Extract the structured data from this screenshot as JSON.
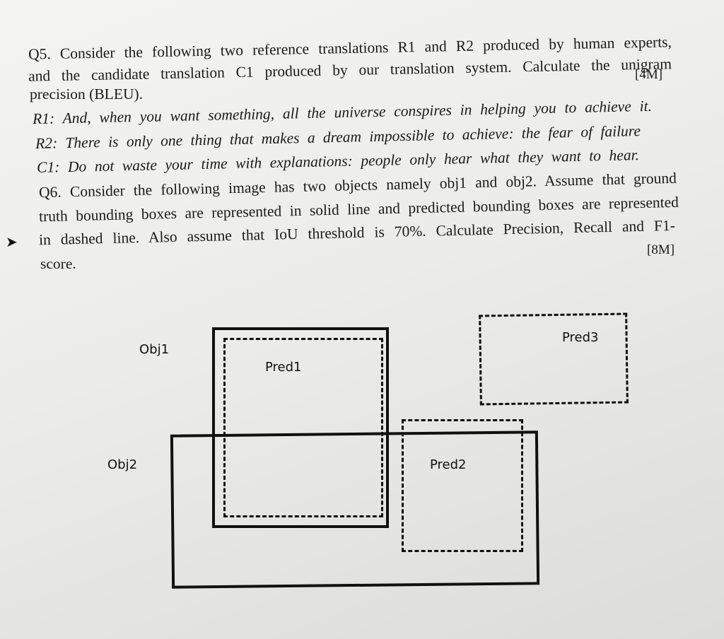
{
  "q5": {
    "lines": [
      "Q5. Consider the following two reference translations R1 and R2 produced by human experts,",
      "and the candidate translation C1 produced by our translation system. Calculate the unigram",
      "precision (BLEU)."
    ],
    "marks": "[4M]",
    "r1": "R1: And, when you want something, all the universe conspires in helping you to achieve it.",
    "r2": "R2: There is only one thing that makes a dream impossible to achieve: the fear of failure",
    "c1": "C1: Do not waste your time with explanations: people only hear what they want to hear."
  },
  "q6": {
    "lines": [
      "Q6. Consider the following image has two objects namely obj1 and obj2. Assume that ground",
      "truth bounding boxes are represented in solid line and predicted bounding boxes are represented",
      "in dashed line. Also assume that IoU threshold is 70%. Calculate Precision, Recall and F1-",
      "score."
    ],
    "marks": "[8M]"
  },
  "diagram": {
    "ground_truth": [
      {
        "label": "Obj1"
      },
      {
        "label": "Obj2"
      }
    ],
    "predictions": [
      {
        "label": "Pred1"
      },
      {
        "label": "Pred2"
      },
      {
        "label": "Pred3"
      }
    ]
  },
  "icons": {
    "cursor": "mouse-pointer-arrow-icon"
  }
}
